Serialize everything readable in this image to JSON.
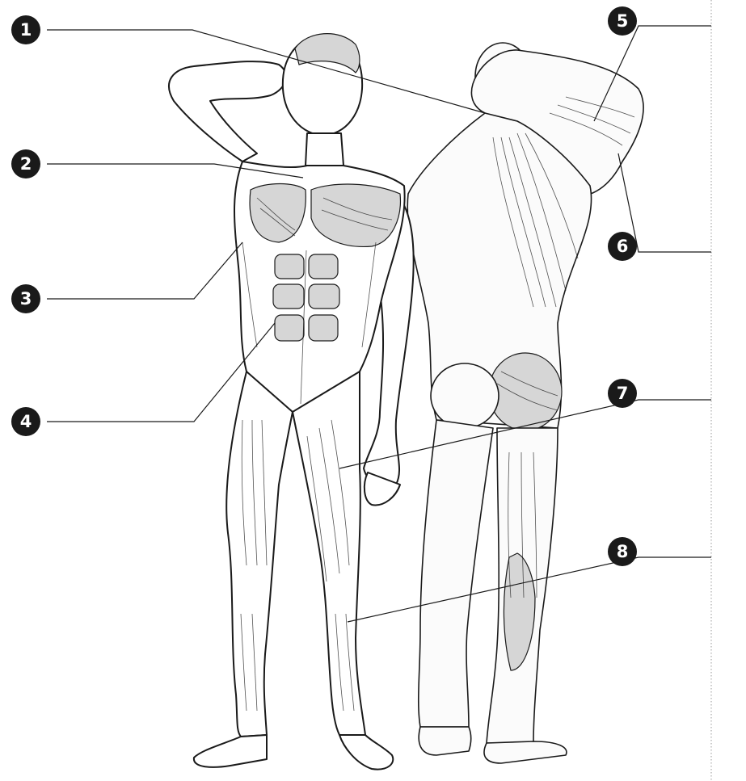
{
  "diagram": {
    "markers": [
      {
        "number": "1",
        "side": "left"
      },
      {
        "number": "2",
        "side": "left"
      },
      {
        "number": "3",
        "side": "left"
      },
      {
        "number": "4",
        "side": "left"
      },
      {
        "number": "5",
        "side": "right"
      },
      {
        "number": "6",
        "side": "right"
      },
      {
        "number": "7",
        "side": "right"
      },
      {
        "number": "8",
        "side": "right"
      }
    ],
    "colors": {
      "ink": "#1a1a1a",
      "badge_text": "#ffffff",
      "background": "#ffffff",
      "muscle_tone": "#d6d6d6",
      "guide_line": "#9a9a9a"
    }
  }
}
